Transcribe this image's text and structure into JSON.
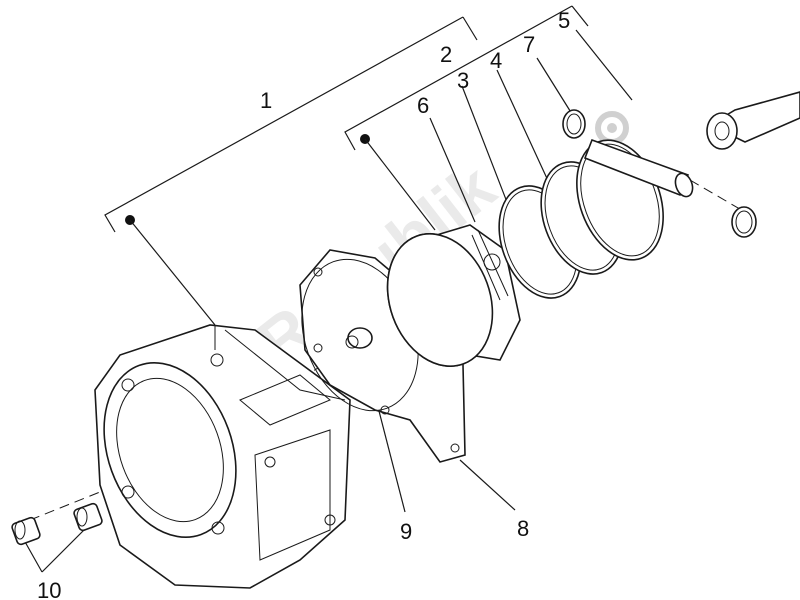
{
  "diagram": {
    "callouts": {
      "c1": "1",
      "c2": "2",
      "c3": "3",
      "c4": "4",
      "c5": "5",
      "c6": "6",
      "c7": "7",
      "c8": "8",
      "c9": "9",
      "c10": "10"
    },
    "watermark": "PartsRepublik"
  }
}
